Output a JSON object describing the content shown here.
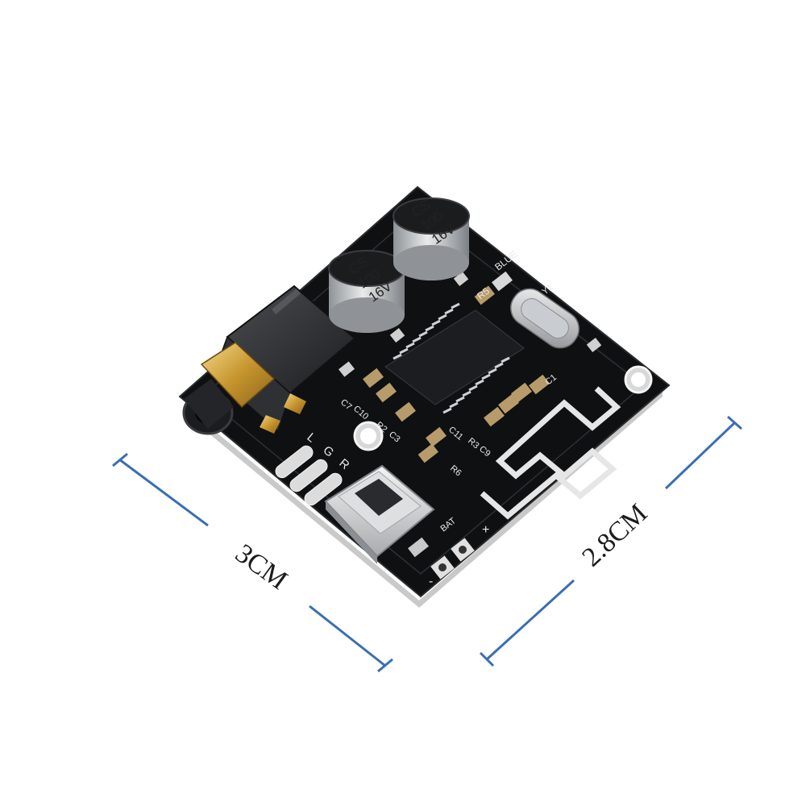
{
  "dimensions": {
    "width_label": "3CM",
    "depth_label": "2.8CM",
    "line_color": "#3a6fb0"
  },
  "board": {
    "color": "#111214",
    "silkscreen": {
      "blue": "BLUE",
      "r5": "R5",
      "y1": "Y1",
      "c1": "C1",
      "c7": "C7",
      "c10": "C10",
      "r2": "R2",
      "c3": "C3",
      "c11": "C11",
      "r3": "R3",
      "c9": "C9",
      "r6": "R6",
      "bat": "BAT",
      "plus": "+",
      "minus": "-",
      "l": "L",
      "g": "G",
      "r": "R"
    },
    "capacitors": [
      {
        "brand": "CS",
        "value": "100",
        "voltage": "16V"
      },
      {
        "brand": "CS",
        "value": "100",
        "voltage": "16V"
      }
    ]
  }
}
